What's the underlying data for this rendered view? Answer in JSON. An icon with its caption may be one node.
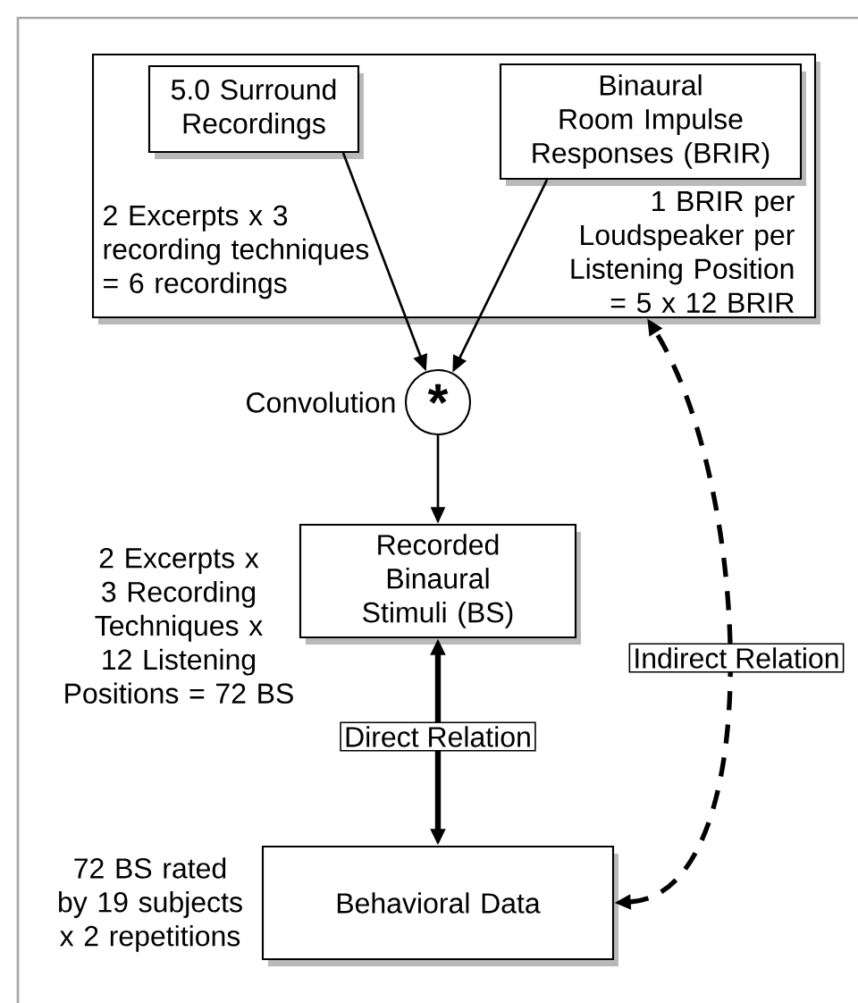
{
  "diagram": {
    "nodes": [
      {
        "text": [
          "2 Excerpts x 3 recording techniques = 6 recordings",
          "1 BRIR per Loudspeaker per Listening Position = 5 x 12 BRIR"
        ]
      },
      {
        "text": [
          "5.0 Surround Recordings"
        ],
        "in": 0
      },
      {
        "text": [
          "Binaural Room Impulse Responses (BRIR)"
        ],
        "in": 0
      },
      {
        "text": [
          "*"
        ],
        "beside": [
          "Convolution"
        ]
      },
      {
        "text": [
          "Recorded Binaural Stimuli (BS)"
        ],
        "beside": [
          "2 Excerpts x 3 Recording Techniques x 12 Listening Positions = 72 BS"
        ]
      },
      {
        "text": [
          "Behavioral Data"
        ],
        "beside": [
          "72 BS rated by 19 subjects x 2 repetitions"
        ]
      }
    ],
    "edges": [
      {
        "from": 1,
        "to": 3,
        "arrow": "to"
      },
      {
        "from": 2,
        "to": 3,
        "arrow": "to"
      },
      {
        "from": 3,
        "to": 4,
        "arrow": "to"
      },
      {
        "from": 4,
        "to": 5,
        "arrow": "both",
        "label": "Direct Relation",
        "style": "thick"
      },
      {
        "from": 5,
        "to": 0,
        "arrow": "both",
        "label": "Indirect Relation",
        "style": "dashed"
      }
    ]
  }
}
